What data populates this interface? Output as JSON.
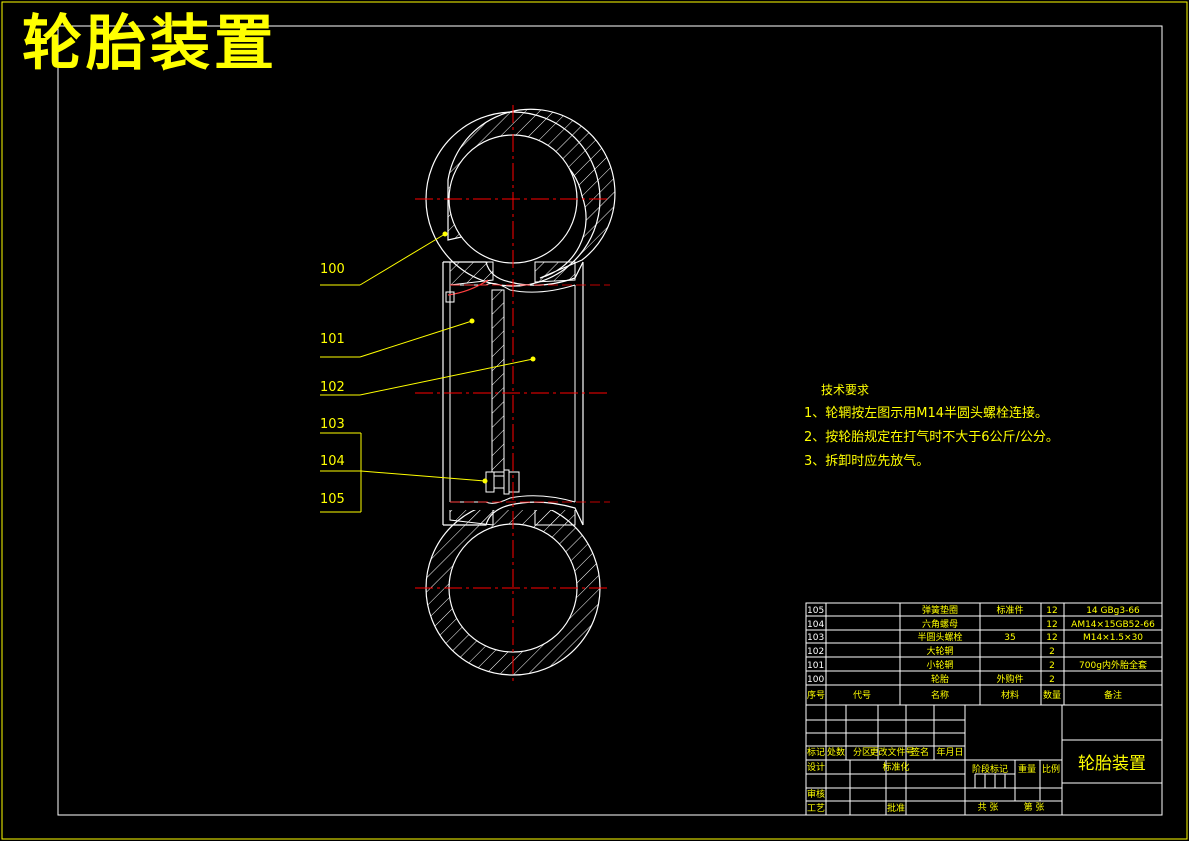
{
  "drawing": {
    "title": "轮胎装置",
    "part_callouts": [
      "100",
      "101",
      "102",
      "103",
      "104",
      "105"
    ]
  },
  "technical_requirements": {
    "heading": "技术要求",
    "items": [
      "1、轮辋按左图示用M14半圆头螺栓连接。",
      "2、按轮胎规定在打气时不大于6公斤/公分。",
      "3、拆卸时应先放气。"
    ]
  },
  "bom": {
    "rows": [
      {
        "no": "105",
        "code": "",
        "name": "弹簧垫圈",
        "qty": "12",
        "material": "标准件",
        "note": "14 GBg3-66"
      },
      {
        "no": "104",
        "code": "",
        "name": "六角螺母",
        "qty": "12",
        "material": "",
        "note": "AM14×15GB52-66"
      },
      {
        "no": "103",
        "code": "",
        "name": "半圆头螺栓",
        "qty": "12",
        "material": "35",
        "note": "M14×1.5×30"
      },
      {
        "no": "102",
        "code": "",
        "name": "大轮辋",
        "qty": "2",
        "material": "",
        "note": ""
      },
      {
        "no": "101",
        "code": "",
        "name": "小轮辋",
        "qty": "2",
        "material": "",
        "note": "700g内外胎全套"
      },
      {
        "no": "100",
        "code": "",
        "name": "轮胎",
        "qty": "2",
        "material": "外购件",
        "note": ""
      }
    ],
    "header": {
      "no": "序号",
      "code": "代号",
      "name": "名称",
      "qty": "数量",
      "material": "材料",
      "note": "备注"
    }
  },
  "title_block": {
    "drawing_name": "轮胎装置",
    "revision_headers": [
      "标记",
      "处数",
      "分区",
      "更改文件号",
      "签名",
      "年月日"
    ],
    "design": "设计",
    "standardization": "标准化",
    "review": "审核",
    "process": "工艺",
    "approve": "批准",
    "stage_mark": "阶段标记",
    "weight": "重量",
    "scale": "比例",
    "sheet_total": "共  张",
    "sheet_no": "第  张"
  },
  "colors": {
    "background": "#000000",
    "line": "#ffffff",
    "text": "#ffff00",
    "center": "#ff0000",
    "leader": "#ffff00"
  }
}
